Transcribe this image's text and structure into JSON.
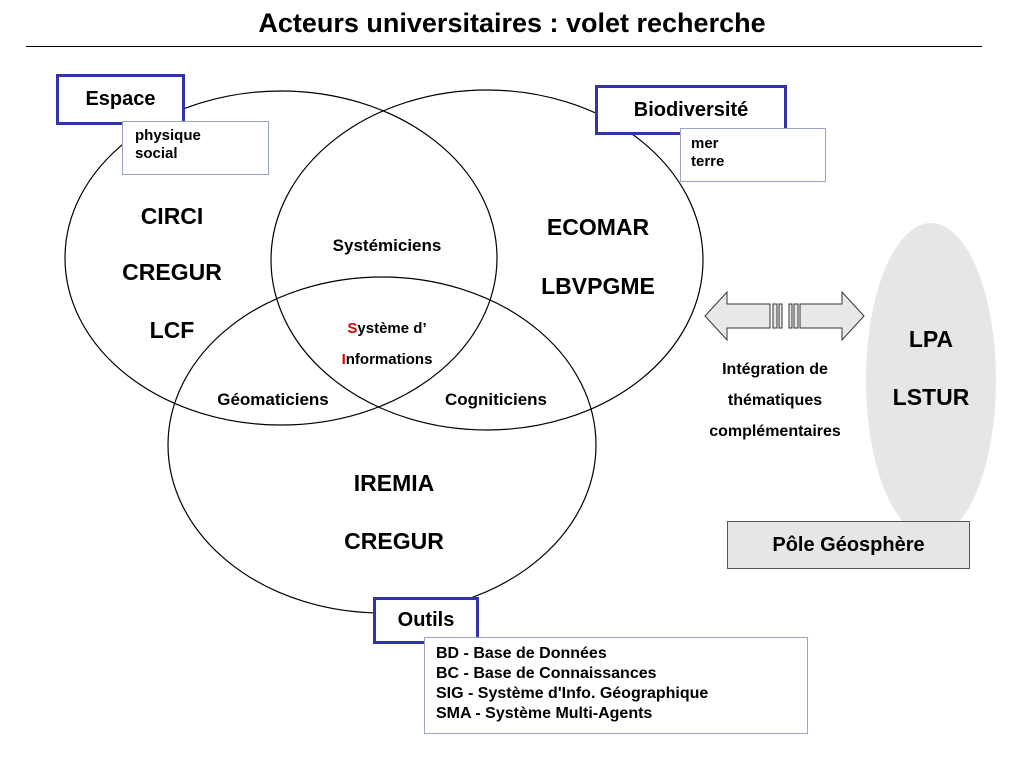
{
  "title": "Acteurs universitaires : volet recherche",
  "espace": {
    "header": "Espace",
    "items": [
      "physique",
      "social"
    ],
    "actors": [
      "CIRCI",
      "CREGUR",
      "LCF"
    ]
  },
  "biodiversite": {
    "header": "Biodiversité",
    "items": [
      "mer",
      "terre"
    ],
    "actors": [
      "ECOMAR",
      "LBVPGME"
    ]
  },
  "outils": {
    "header": "Outils",
    "items": [
      "BD - Base de Données",
      "BC - Base de Connaissances",
      "SIG - Système d'Info. Géographique",
      "SMA - Système Multi-Agents"
    ],
    "actors": [
      "IREMIA",
      "CREGUR"
    ]
  },
  "intersections": {
    "espace_bio": "Systémiciens",
    "espace_outils": "Géomaticiens",
    "bio_outils": "Cogniticiens",
    "center": {
      "line1_initial": "S",
      "line1_rest": "ystème d’",
      "line2_initial": "I",
      "line2_rest": "nformations"
    }
  },
  "integration": {
    "lines": [
      "Intégration de",
      "thématiques",
      "complémentaires"
    ]
  },
  "pole": {
    "actors": [
      "LPA",
      "LSTUR"
    ],
    "label": "Pôle Géosphère"
  },
  "colors": {
    "box_border": "#3333aa",
    "highlight_red": "#e00000",
    "pole_fill": "#e6e6e6",
    "arrow_fill": "#e8e8e8"
  }
}
